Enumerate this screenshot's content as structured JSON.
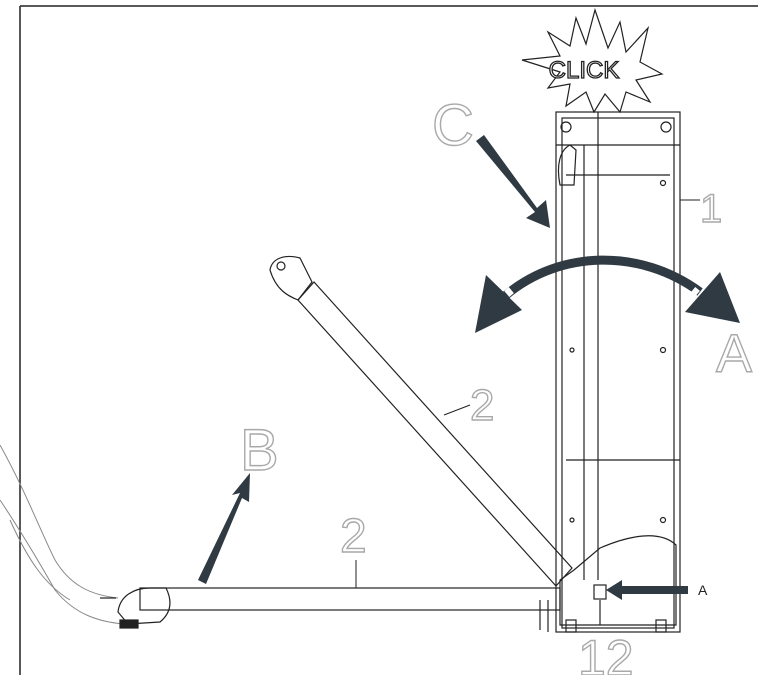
{
  "diagram": {
    "labels": {
      "click": "CLICK",
      "c": "C",
      "a_large": "A",
      "b": "B",
      "one": "1",
      "two_upper": "2",
      "two_lower": "2",
      "twelve": "12",
      "a_small": "A"
    },
    "colors": {
      "arrow": "#2f3a42",
      "line": "#222222",
      "outline_text": "#a9a9a9",
      "background": "#ffffff"
    },
    "icons": [
      "arrow-icon",
      "curved-double-arrow-icon",
      "click-burst-icon"
    ]
  }
}
